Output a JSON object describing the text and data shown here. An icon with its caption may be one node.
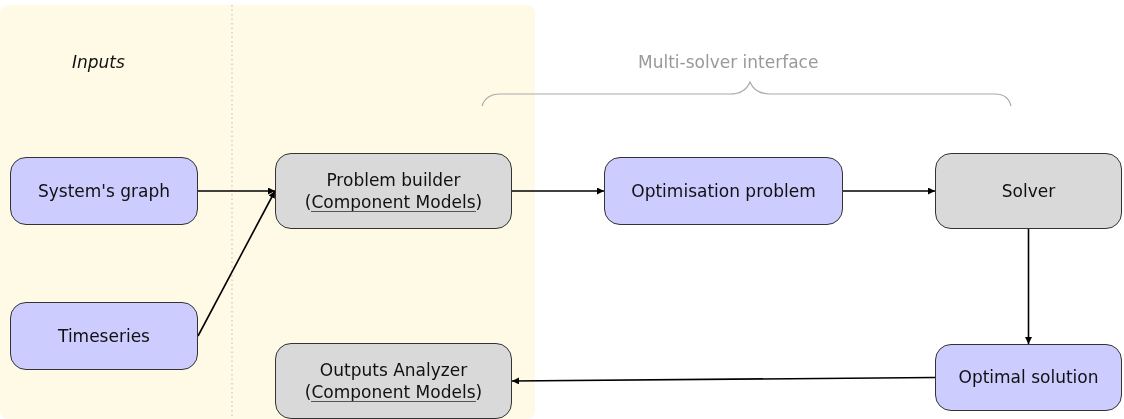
{
  "diagram": {
    "nodes": [
      {
        "text": [
          "System's graph"
        ]
      },
      {
        "text": [
          "Timeseries"
        ]
      },
      {
        "text": [
          "Problem builder",
          "(Component Models)"
        ]
      },
      {
        "text": [
          "Optimisation problem"
        ]
      },
      {
        "text": [
          "Solver"
        ]
      },
      {
        "text": [
          "Optimal solution"
        ]
      },
      {
        "text": [
          "Outputs Analyzer",
          "(Component Models)"
        ]
      }
    ],
    "edges": [
      {
        "from": 0,
        "to": 2,
        "arrow": "to"
      },
      {
        "from": 1,
        "to": 2,
        "arrow": "to"
      },
      {
        "from": 2,
        "to": 3,
        "arrow": "to"
      },
      {
        "from": 3,
        "to": 4,
        "arrow": "to"
      },
      {
        "from": 4,
        "to": 5,
        "arrow": "to"
      },
      {
        "from": 5,
        "to": 6,
        "arrow": "to"
      }
    ],
    "labels": [
      "Inputs",
      "Multi-solver interface"
    ]
  }
}
